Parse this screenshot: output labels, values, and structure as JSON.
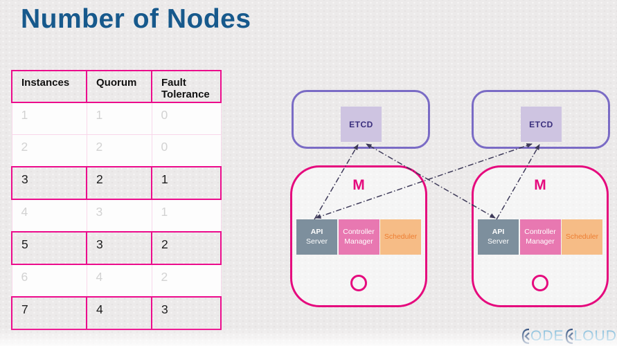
{
  "slide": {
    "title": "Number of Nodes"
  },
  "table": {
    "headers": [
      "Instances",
      "Quorum",
      "Fault Tolerance"
    ],
    "rows": [
      {
        "values": [
          "1",
          "1",
          "0"
        ],
        "state": "faded"
      },
      {
        "values": [
          "2",
          "2",
          "0"
        ],
        "state": "faded"
      },
      {
        "values": [
          "3",
          "2",
          "1"
        ],
        "state": "active"
      },
      {
        "values": [
          "4",
          "3",
          "1"
        ],
        "state": "faded"
      },
      {
        "values": [
          "5",
          "3",
          "2"
        ],
        "state": "active"
      },
      {
        "values": [
          "6",
          "4",
          "2"
        ],
        "state": "faded"
      },
      {
        "values": [
          "7",
          "4",
          "3"
        ],
        "state": "active"
      }
    ]
  },
  "diagram": {
    "etcd_nodes": [
      {
        "label": "ETCD"
      },
      {
        "label": "ETCD"
      }
    ],
    "masters": [
      {
        "label": "M",
        "components": [
          {
            "line1": "API",
            "line2": "Server"
          },
          {
            "line1": "Controller",
            "line2": "Manager"
          },
          {
            "line1": "Scheduler",
            "line2": ""
          }
        ]
      },
      {
        "label": "M",
        "components": [
          {
            "line1": "API",
            "line2": "Server"
          },
          {
            "line1": "Controller",
            "line2": "Manager"
          },
          {
            "line1": "Scheduler",
            "line2": ""
          }
        ]
      }
    ],
    "arrows": {
      "style": "dash-dot",
      "connections": [
        "master-1-api-server -> etcd-1",
        "master-1-api-server <-> etcd-2",
        "master-2-api-server -> etcd-2",
        "master-2-api-server <-> etcd-1"
      ]
    }
  },
  "logo": {
    "brand": "KODEKLOUD",
    "segment1": "ODE",
    "segment2": "LOUD"
  },
  "colors": {
    "title_blue": "#17598C",
    "table_border_strong": "#EC0C8C",
    "table_border_faded": "#F8D7EA",
    "faded_text": "#D2D2D2",
    "etcd_border": "#7A6BC5",
    "etcd_fill": "#CEC4E1",
    "etcd_text": "#3A2F7D",
    "master_pink": "#E5097D",
    "api_server_fill": "#7D8F9D",
    "controller_manager_fill": "#E878B1",
    "scheduler_fill": "#F6BC86",
    "scheduler_text": "#ED7D31",
    "arrow_color": "#3E3A59",
    "logo_navy": "#2F4E7D",
    "logo_blue": "#7EB9D8",
    "background": "#ECEAEA"
  }
}
